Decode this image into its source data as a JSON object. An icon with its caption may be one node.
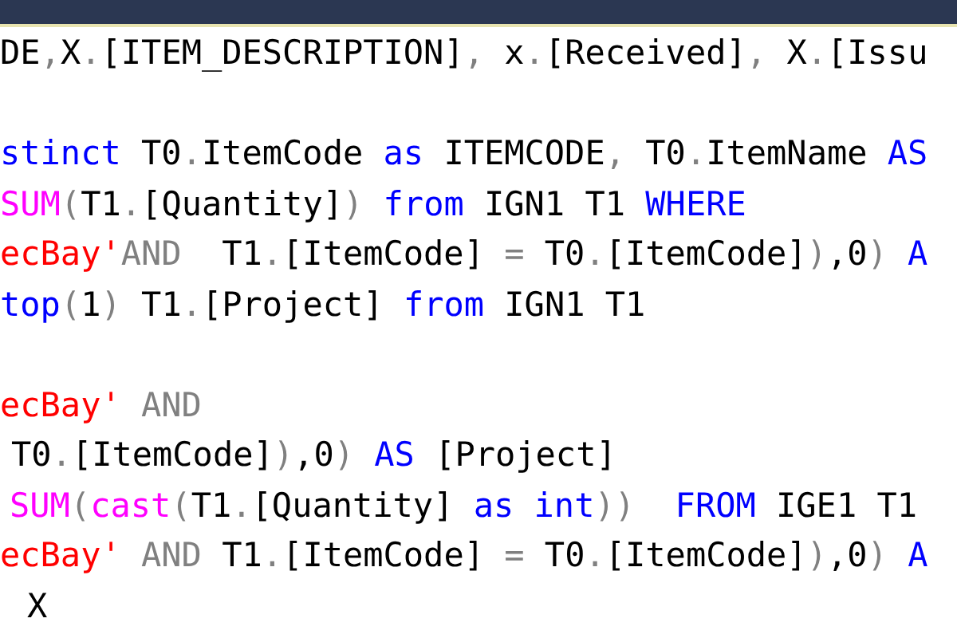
{
  "diagram": {
    "nodes": [
      {
        "text": [],
        "shape": "bar"
      }
    ],
    "labels": [
      "DE,X.[ITEM_DESCRIPTION], x.[Received], X.[Issu",
      "stinct T0.ItemCode as ITEMCODE, T0.ItemName AS",
      "SUM(T1.[Quantity]) from IGN1 T1 WHERE",
      "ecBay'AND  T1.[ItemCode] = T0.[ItemCode]),0) A",
      "top(1) T1.[Project] from IGN1 T1",
      "ecBay' AND",
      "T0.[ItemCode]),0) AS [Project]",
      "SUM(cast(T1.[Quantity] as int))  FROM IGE1 T1",
      "ecBay' AND T1.[ItemCode] = T0.[ItemCode]),0) A",
      "X"
    ]
  }
}
